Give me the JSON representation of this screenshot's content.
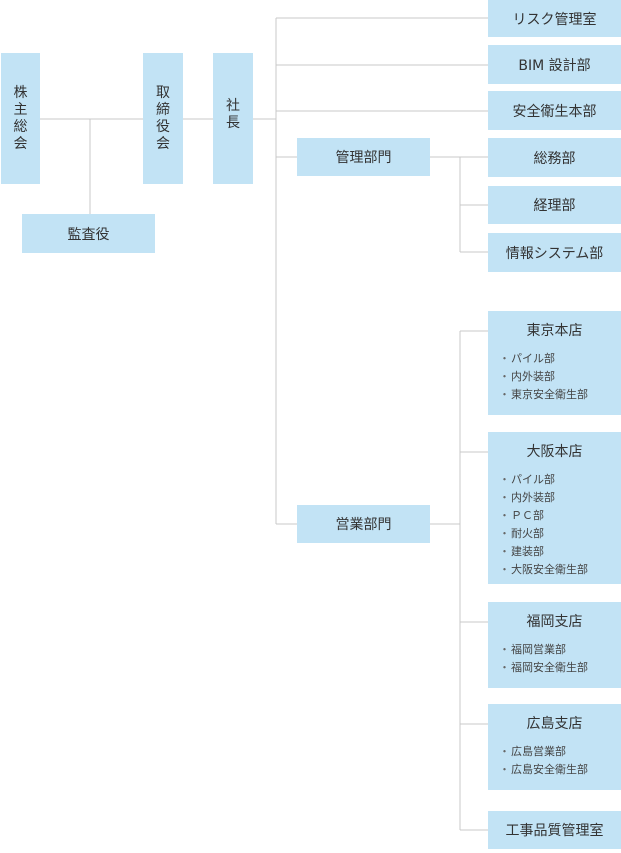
{
  "shareholders": "株主総会",
  "auditor": "監査役",
  "board": "取締役会",
  "president": "社長",
  "top_units": [
    "リスク管理室",
    "BIM 設計部",
    "安全衛生本部"
  ],
  "admin_division": {
    "name": "管理部門",
    "units": [
      "総務部",
      "経理部",
      "情報システム部"
    ]
  },
  "sales_division": {
    "name": "営業部門",
    "branches": [
      {
        "name": "東京本店",
        "items": [
          "パイル部",
          "内外装部",
          "東京安全衛生部"
        ]
      },
      {
        "name": "大阪本店",
        "items": [
          "パイル部",
          "内外装部",
          "ＰＣ部",
          "耐火部",
          "建装部",
          "大阪安全衛生部"
        ]
      },
      {
        "name": "福岡支店",
        "items": [
          "福岡営業部",
          "福岡安全衛生部"
        ]
      },
      {
        "name": "広島支店",
        "items": [
          "広島営業部",
          "広島安全衛生部"
        ]
      }
    ],
    "quality_office": "工事品質管理室"
  },
  "bullet": "・",
  "colors": {
    "box": "#c2e3f5",
    "line": "#c8c8c8",
    "text": "#333333"
  }
}
